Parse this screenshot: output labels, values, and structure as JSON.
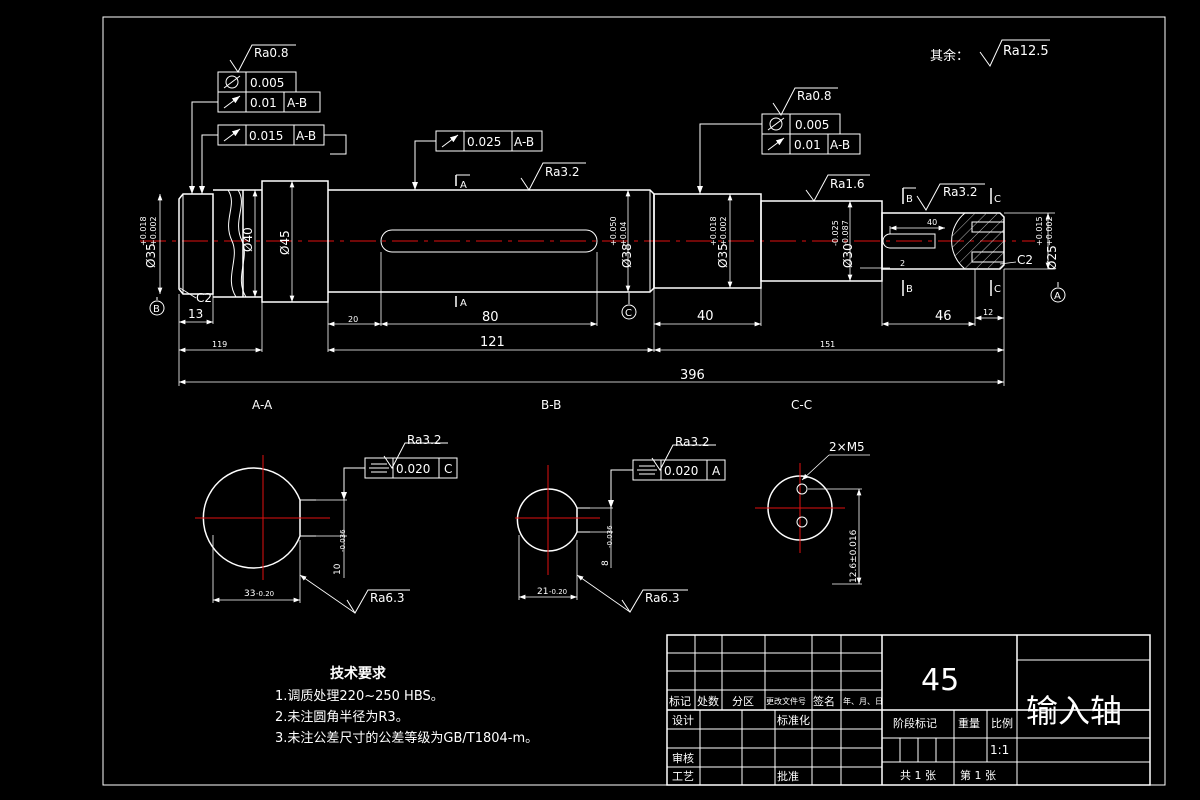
{
  "general_roughness": {
    "label": "其余：",
    "value": "Ra12.5"
  },
  "roughness": {
    "left_bearing": "Ra0.8",
    "right_bearing": "Ra0.8",
    "keyway_top": "Ra3.2",
    "shaft_seg": "Ra1.6",
    "end_shaft": "Ra3.2",
    "section_a_top": "Ra3.2",
    "section_a_bottom": "Ra6.3",
    "section_b_top": "Ra3.2",
    "section_b_bottom": "Ra6.3"
  },
  "tolerance_frames": {
    "left_circ": "0.005",
    "left_runout": "0.01",
    "left_runout_ref": "A-B",
    "left_runout2": "0.015",
    "left_runout2_ref": "A-B",
    "mid_runout": "0.025",
    "mid_runout_ref": "A-B",
    "right_circ": "0.005",
    "right_runout": "0.01",
    "right_runout_ref": "A-B",
    "sec_a_sym": "0.020",
    "sec_a_ref": "C",
    "sec_b_sym": "0.020",
    "sec_b_ref": "A"
  },
  "datums": {
    "b": "B",
    "c": "C",
    "a": "A"
  },
  "section_labels": {
    "a": "A-A",
    "b": "B-B",
    "c": "C-C",
    "cut_a": "A",
    "cut_b": "B",
    "cut_c": "C"
  },
  "dimensions": {
    "d35_left": "Ø35",
    "d35_left_tol_up": "+0.018",
    "d35_left_tol_dn": "+0.002",
    "d40": "Ø40",
    "d45": "Ø45",
    "d38": "Ø38",
    "d38_tol_up": "+0.050",
    "d38_tol_dn": "+0.04",
    "d35_right": "Ø35",
    "d35_right_tol_up": "+0.018",
    "d35_right_tol_dn": "+0.002",
    "d30": "Ø30",
    "d30_tol_up": "-0.025",
    "d30_tol_dn": "-0.087",
    "d25": "Ø25",
    "d25_tol_up": "+0.015",
    "d25_tol_dn": "+0.002",
    "chamfer_left": "C2",
    "chamfer_right": "C2",
    "l13": "13",
    "l119": "119",
    "l20": "20",
    "l80": "80",
    "l121": "121",
    "l40": "40",
    "l151": "151",
    "l46": "46",
    "l12": "12",
    "l396": "396",
    "key40": "40",
    "key2": "2",
    "sec_a_width": "33",
    "sec_a_width_tol": "-0.20",
    "sec_a_depth": "10",
    "sec_a_depth_tol": "-0.036",
    "sec_b_width": "21",
    "sec_b_width_tol": "-0.20",
    "sec_b_depth": "8",
    "sec_b_depth_tol": "-0.036",
    "sec_c_holes": "2×M5",
    "sec_c_dim": "12.6±0.016"
  },
  "tech_requirements": {
    "title": "技术要求",
    "items": [
      "1.调质处理220~250 HBS。",
      "2.未注圆角半径为R3。",
      "3.未注公差尺寸的公差等级为GB/T1804-m。"
    ]
  },
  "title_block": {
    "material": "45",
    "part_name": "输入轴",
    "col_mark": "标记",
    "col_count": "处数",
    "col_zone": "分区",
    "col_docno": "更改文件号",
    "col_sign": "签名",
    "col_date": "年、月、日",
    "design": "设计",
    "standardize": "标准化",
    "review": "审核",
    "process": "工艺",
    "approve": "批准",
    "stage": "阶段标记",
    "weight": "重量",
    "scale_label": "比例",
    "scale": "1:1",
    "total_sheets": "共 1 张",
    "sheet_no": "第 1 张"
  },
  "colors": {
    "background": "#000000",
    "lines": "#ffffff",
    "centerline": "#e01010"
  }
}
